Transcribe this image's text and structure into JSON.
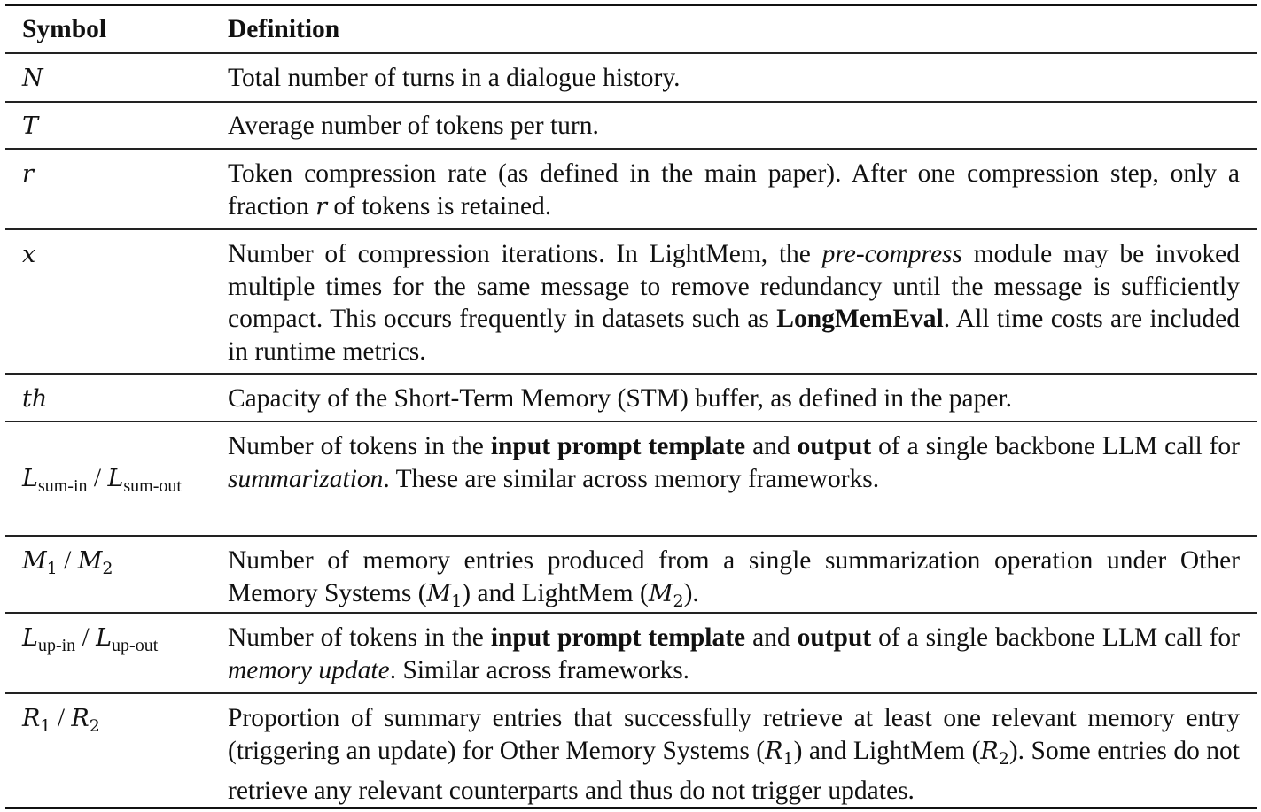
{
  "header": {
    "symbol": "Symbol",
    "definition": "Definition"
  },
  "rows": [
    {
      "symbol": [
        {
          "t": "N",
          "s": "m"
        }
      ],
      "definition": [
        {
          "t": "Total number of turns in a dialogue history."
        }
      ]
    },
    {
      "symbol": [
        {
          "t": "T",
          "s": "m"
        }
      ],
      "definition": [
        {
          "t": "Average number of tokens per turn."
        }
      ]
    },
    {
      "symbol": [
        {
          "t": "r",
          "s": "m"
        }
      ],
      "definition": [
        {
          "t": "Token compression rate (as defined in the main paper).  After one compression step, only a fraction "
        },
        {
          "t": "r",
          "s": "m"
        },
        {
          "t": " of tokens is retained."
        }
      ]
    },
    {
      "symbol": [
        {
          "t": "x",
          "s": "m"
        }
      ],
      "definition": [
        {
          "t": "Number of compression iterations.  In LightMem, the "
        },
        {
          "t": "pre-compress",
          "s": "i"
        },
        {
          "t": " module may be invoked multiple times for the same message to remove redundancy until the message is sufficiently compact.  This occurs frequently in datasets such as "
        },
        {
          "t": "LongMemEval",
          "s": "b"
        },
        {
          "t": ". All time costs are included in runtime metrics."
        }
      ]
    },
    {
      "symbol": [
        {
          "t": "th",
          "s": "m"
        }
      ],
      "definition": [
        {
          "t": "Capacity of the Short-Term Memory (STM) buffer, as defined in the paper."
        }
      ]
    },
    {
      "symbol": [
        {
          "t": "L",
          "s": "m"
        },
        {
          "t": "sum-in",
          "s": "sub"
        },
        {
          "t": " / "
        },
        {
          "t": "L",
          "s": "m"
        },
        {
          "t": "sum-out",
          "s": "sub"
        }
      ],
      "definition": [
        {
          "t": "Number of tokens in the "
        },
        {
          "t": "input prompt template",
          "s": "b"
        },
        {
          "t": " and "
        },
        {
          "t": "output",
          "s": "b"
        },
        {
          "t": " of a single backbone LLM call for "
        },
        {
          "t": "summarization",
          "s": "i"
        },
        {
          "t": ". These are similar across memory frameworks."
        }
      ]
    },
    {
      "symbol": [
        {
          "t": "M",
          "s": "m"
        },
        {
          "t": "1",
          "s": "msub"
        },
        {
          "t": " / "
        },
        {
          "t": "M",
          "s": "m"
        },
        {
          "t": "2",
          "s": "msub"
        }
      ],
      "definition": [
        {
          "t": "Number of memory entries produced from a single summarization operation under Other Memory Systems ("
        },
        {
          "t": "M",
          "s": "m"
        },
        {
          "t": "1",
          "s": "msub"
        },
        {
          "t": ") and LightMem ("
        },
        {
          "t": "M",
          "s": "m"
        },
        {
          "t": "2",
          "s": "msub"
        },
        {
          "t": ")."
        }
      ]
    },
    {
      "symbol": [
        {
          "t": "L",
          "s": "m"
        },
        {
          "t": "up-in",
          "s": "sub"
        },
        {
          "t": " / "
        },
        {
          "t": "L",
          "s": "m"
        },
        {
          "t": "up-out",
          "s": "sub"
        }
      ],
      "definition": [
        {
          "t": "Number of tokens in the "
        },
        {
          "t": "input prompt template",
          "s": "b"
        },
        {
          "t": " and "
        },
        {
          "t": "output",
          "s": "b"
        },
        {
          "t": " of a single backbone LLM call for "
        },
        {
          "t": "memory update",
          "s": "i"
        },
        {
          "t": ". Similar across frameworks."
        }
      ]
    },
    {
      "symbol": [
        {
          "t": "R",
          "s": "m"
        },
        {
          "t": "1",
          "s": "msub"
        },
        {
          "t": " / "
        },
        {
          "t": "R",
          "s": "m"
        },
        {
          "t": "2",
          "s": "msub"
        }
      ],
      "definition": [
        {
          "t": "Proportion of summary entries that successfully retrieve at least one relevant memory entry (triggering an update) for Other Memory Systems ("
        },
        {
          "t": "R",
          "s": "m"
        },
        {
          "t": "1",
          "s": "msub"
        },
        {
          "t": ") and LightMem ("
        },
        {
          "t": "R",
          "s": "m"
        },
        {
          "t": "2",
          "s": "msub"
        },
        {
          "t": "). Some entries do not retrieve any relevant counterparts and thus do not trigger updates."
        }
      ]
    }
  ]
}
